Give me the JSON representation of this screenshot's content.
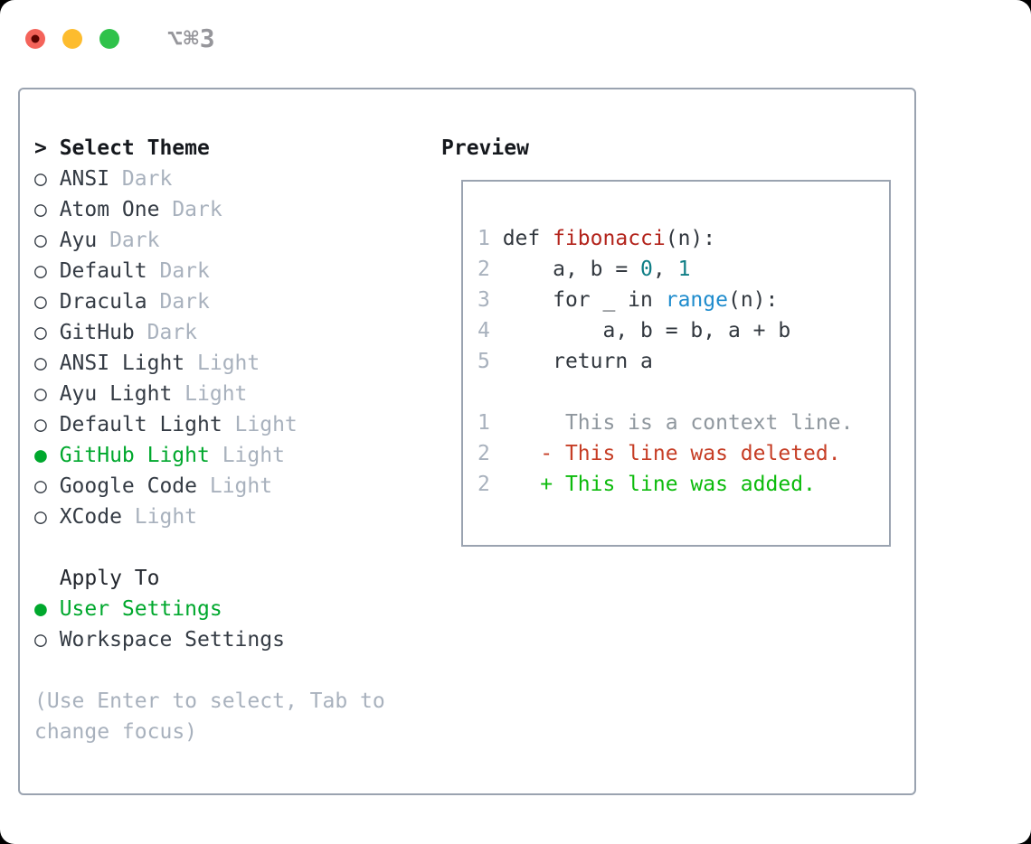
{
  "titlebar": {
    "shortcut": "⌥⌘3",
    "traffic_lights": [
      {
        "name": "close",
        "color": "#f4635a",
        "has_dot": true
      },
      {
        "name": "minimize",
        "color": "#fdbc2e",
        "has_dot": false
      },
      {
        "name": "zoom",
        "color": "#2fc24a",
        "has_dot": false
      }
    ]
  },
  "theme_picker": {
    "prompt": ">",
    "title": "Select Theme",
    "radio_selected_glyph": "●",
    "radio_unselected_glyph": "○",
    "items": [
      {
        "label": "ANSI",
        "variant": "Dark",
        "selected": false
      },
      {
        "label": "Atom One",
        "variant": "Dark",
        "selected": false
      },
      {
        "label": "Ayu",
        "variant": "Dark",
        "selected": false
      },
      {
        "label": "Default",
        "variant": "Dark",
        "selected": false
      },
      {
        "label": "Dracula",
        "variant": "Dark",
        "selected": false
      },
      {
        "label": "GitHub",
        "variant": "Dark",
        "selected": false
      },
      {
        "label": "ANSI Light",
        "variant": "Light",
        "selected": false
      },
      {
        "label": "Ayu Light",
        "variant": "Light",
        "selected": false
      },
      {
        "label": "Default Light",
        "variant": "Light",
        "selected": false
      },
      {
        "label": "GitHub Light",
        "variant": "Light",
        "selected": true
      },
      {
        "label": "Google Code",
        "variant": "Light",
        "selected": false
      },
      {
        "label": "XCode",
        "variant": "Light",
        "selected": false
      }
    ],
    "apply_to": {
      "title": "Apply To",
      "options": [
        {
          "label": "User Settings",
          "selected": true
        },
        {
          "label": "Workspace Settings",
          "selected": false
        }
      ]
    },
    "hint": "(Use Enter to select, Tab to change focus)"
  },
  "preview": {
    "title": "Preview",
    "lines": [
      {
        "segs": [
          [
            "1",
            "num"
          ],
          [
            " def ",
            "code"
          ],
          [
            "fibonacci",
            "func"
          ],
          [
            "(n):",
            "code"
          ]
        ]
      },
      {
        "segs": [
          [
            "2",
            "num"
          ],
          [
            "     a, b = ",
            "code"
          ],
          [
            "0",
            "const"
          ],
          [
            ", ",
            "code"
          ],
          [
            "1",
            "const"
          ]
        ]
      },
      {
        "segs": [
          [
            "3",
            "num"
          ],
          [
            "     for _ in ",
            "code"
          ],
          [
            "range",
            "builtin"
          ],
          [
            "(n):",
            "code"
          ]
        ]
      },
      {
        "segs": [
          [
            "4",
            "num"
          ],
          [
            "         a, b = b, a + b",
            "code"
          ]
        ]
      },
      {
        "segs": [
          [
            "5",
            "num"
          ],
          [
            "     return a",
            "code"
          ]
        ]
      },
      {
        "blank": true
      },
      {
        "segs": [
          [
            "1",
            "num"
          ],
          [
            "      This is a context line.",
            "ctx"
          ]
        ]
      },
      {
        "segs": [
          [
            "2",
            "num"
          ],
          [
            "    - This line was deleted.",
            "del"
          ]
        ]
      },
      {
        "segs": [
          [
            "2",
            "num"
          ],
          [
            "    + This line was added.",
            "add"
          ]
        ]
      }
    ]
  },
  "colors": {
    "selection_green": "#00a82d",
    "diff_added_green": "#0cbb0c",
    "diff_deleted_red": "#c63d25",
    "function_red": "#b3241c",
    "constant_teal": "#0f7e86",
    "builtin_blue": "#1f8ccd",
    "context_gray": "#8f979e",
    "line_number_gray": "#a8b1bd",
    "variant_gray": "#a8b1bd",
    "hint_gray": "#a8b1bd",
    "code_default": "#32383f",
    "heading_dark": "#15181d",
    "panel_border": "#9aa3b0",
    "shortcut_gray": "#96969b",
    "traffic_red": "#f4635a",
    "traffic_yellow": "#fdbc2e",
    "traffic_green": "#2fc24a"
  }
}
